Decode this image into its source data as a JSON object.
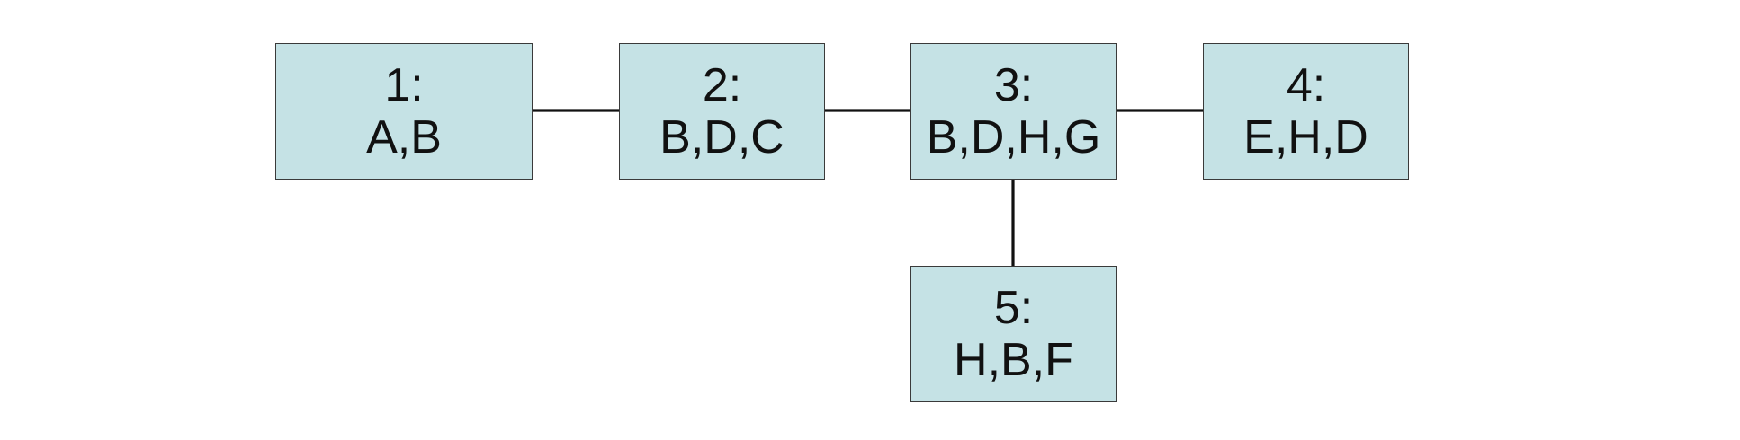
{
  "diagram": {
    "nodes": [
      {
        "id": "1",
        "label": "1:",
        "vars": "A,B"
      },
      {
        "id": "2",
        "label": "2:",
        "vars": "B,D,C"
      },
      {
        "id": "3",
        "label": "3:",
        "vars": "B,D,H,G"
      },
      {
        "id": "4",
        "label": "4:",
        "vars": "E,H,D"
      },
      {
        "id": "5",
        "label": "5:",
        "vars": "H,B,F"
      }
    ],
    "edges": [
      {
        "from": "1",
        "to": "2"
      },
      {
        "from": "2",
        "to": "3"
      },
      {
        "from": "3",
        "to": "4"
      },
      {
        "from": "3",
        "to": "5"
      }
    ],
    "colors": {
      "node_fill": "#c5e2e5",
      "node_border": "#3a3a3a",
      "edge": "#111111",
      "text": "#111111",
      "background": "#ffffff"
    }
  }
}
